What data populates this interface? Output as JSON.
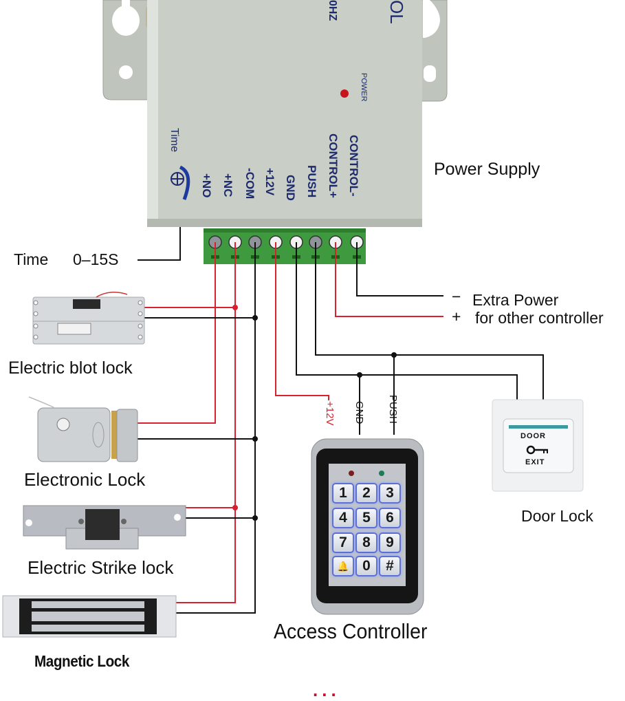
{
  "power_supply": {
    "title": "Power Supply",
    "partial_text_top": "0HZ",
    "partial_text_top2": "OL",
    "power_led_label": "POWER",
    "time_knob_label": "Time",
    "terminals": [
      "+NO",
      "+NC",
      "-COM",
      "+12V",
      "GND",
      "PUSH",
      "CONTROL+",
      "CONTROL-"
    ]
  },
  "time_setting": {
    "label": "Time",
    "range": "0–15S"
  },
  "extra_power": {
    "minus_sign": "−",
    "plus_sign": "+",
    "line1": "Extra Power",
    "line2": "for other controller"
  },
  "locks": [
    {
      "name": "Electric blot lock"
    },
    {
      "name": "Electronic Lock"
    },
    {
      "name": "Electric Strike lock"
    },
    {
      "name": "Magnetic Lock"
    }
  ],
  "access_controller": {
    "label": "Access Controller",
    "wire_labels": {
      "plus12v": "+12V",
      "gnd": "GND",
      "push": "PUSH"
    },
    "keys": [
      "1",
      "2",
      "3",
      "4",
      "5",
      "6",
      "7",
      "8",
      "9",
      "🔔",
      "0",
      "#"
    ]
  },
  "exit_button": {
    "top_text": "DOOR",
    "bottom_text": "EXIT",
    "label": "Door Lock"
  },
  "bottom_caption_partial": "...",
  "colors": {
    "wire_red": "#d8212f",
    "wire_black": "#111111",
    "terminal_green": "#3f9a3f",
    "enclosure_gray": "#c9cec6",
    "label_blue": "#1d2a6e"
  }
}
